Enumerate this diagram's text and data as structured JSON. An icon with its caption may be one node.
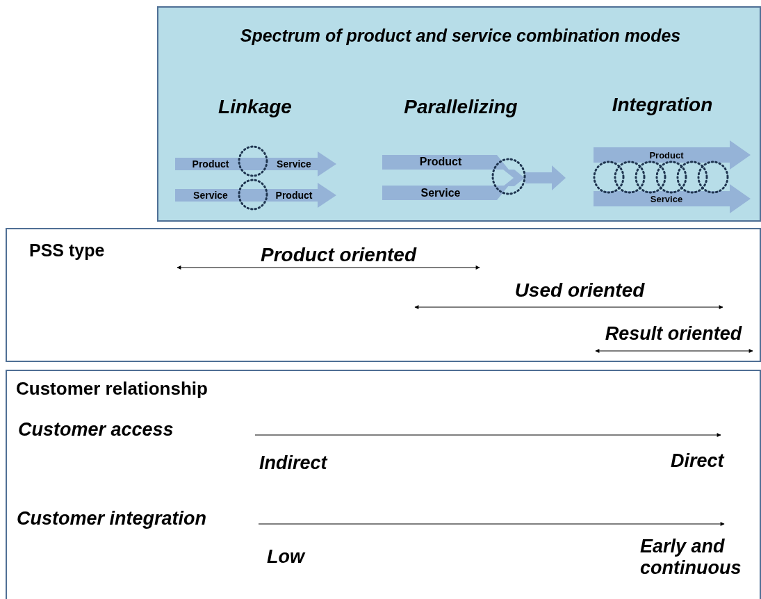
{
  "diagram": {
    "nodes": [
      {
        "text": [
          "Spectrum of product and service combination modes"
        ]
      },
      {
        "text": [
          "PSS type"
        ]
      },
      {
        "text": [
          "Customer relationship"
        ]
      },
      {
        "text": [
          "Product",
          "Service"
        ],
        "in": 0
      },
      {
        "text": [
          "Service",
          "Product"
        ],
        "in": 0
      },
      {
        "text": [
          "Product"
        ],
        "in": 0
      },
      {
        "text": [
          "Service"
        ],
        "in": 0
      },
      {
        "text": [
          "Product"
        ],
        "in": 0
      },
      {
        "text": [
          "Service"
        ],
        "in": 0
      }
    ],
    "labels": [
      "Linkage",
      "Parallelizing",
      "Integration",
      "Product oriented",
      "Used oriented",
      "Result oriented",
      "Customer access",
      "Indirect",
      "Direct",
      "Customer integration",
      "Low",
      "Early and continuous"
    ]
  }
}
